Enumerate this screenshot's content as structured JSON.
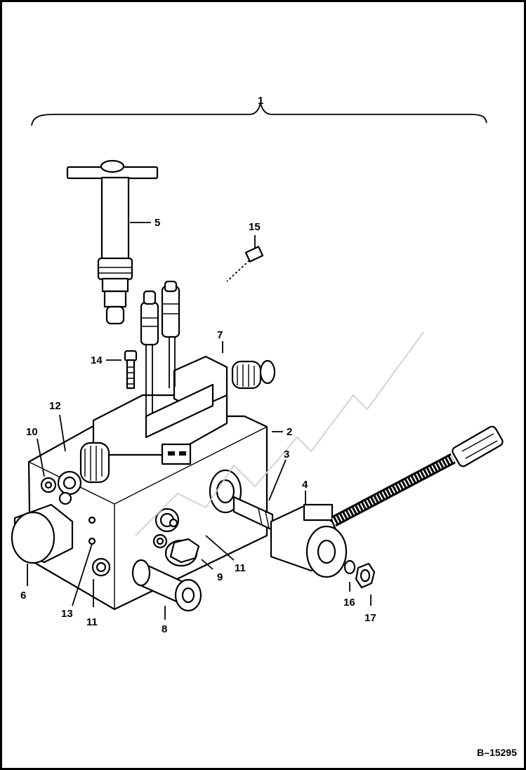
{
  "figure": {
    "figure_id": "B–15295",
    "callouts": [
      {
        "id": "c1",
        "text": "1"
      },
      {
        "id": "c2",
        "text": "2"
      },
      {
        "id": "c3",
        "text": "3"
      },
      {
        "id": "c4",
        "text": "4"
      },
      {
        "id": "c5",
        "text": "5"
      },
      {
        "id": "c6",
        "text": "6"
      },
      {
        "id": "c7",
        "text": "7"
      },
      {
        "id": "c8",
        "text": "8"
      },
      {
        "id": "c9",
        "text": "9"
      },
      {
        "id": "c10",
        "text": "10"
      },
      {
        "id": "c11a",
        "text": "11"
      },
      {
        "id": "c11b",
        "text": "11"
      },
      {
        "id": "c12",
        "text": "12"
      },
      {
        "id": "c13",
        "text": "13"
      },
      {
        "id": "c14",
        "text": "14"
      },
      {
        "id": "c15",
        "text": "15"
      },
      {
        "id": "c16",
        "text": "16"
      },
      {
        "id": "c17",
        "text": "17"
      }
    ]
  }
}
